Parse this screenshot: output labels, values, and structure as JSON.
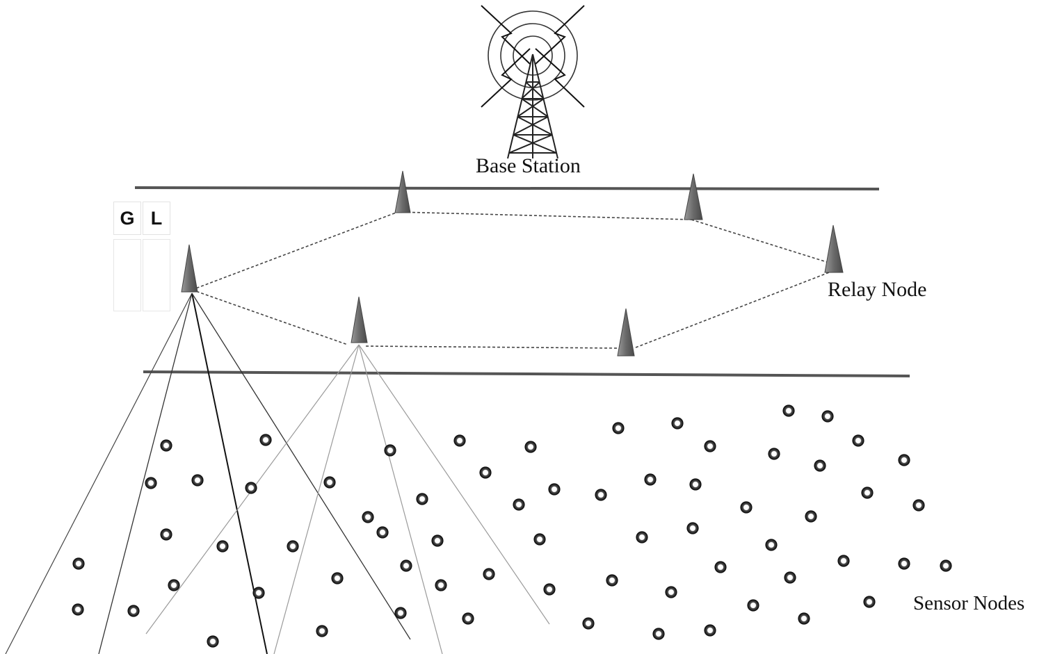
{
  "labels": {
    "base_station": "Base Station",
    "relay_node": "Relay Node",
    "sensor_nodes": "Sensor Nodes"
  },
  "toolbar": {
    "g_label": "G",
    "l_label": "L"
  },
  "colors": {
    "relay_fill": "#6e6e6e",
    "line": "#555555",
    "sensor_ring": "#222222"
  },
  "icons": {
    "tower": "antenna-tower-icon",
    "relay": "relay-triangle-icon",
    "sensor": "sensor-ring-icon"
  }
}
